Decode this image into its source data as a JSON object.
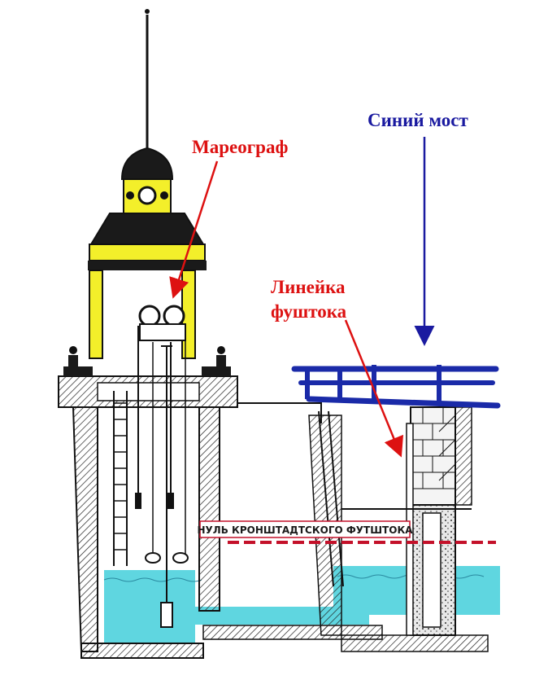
{
  "labels": {
    "mareograph": "Мареограф",
    "blue_bridge": "Синий мост",
    "footstock_ruler_line1": "Линейка",
    "footstock_ruler_line2": "фуштока",
    "kronstadt_zero": "НУЛЬ КРОНШТАДТСКОГО ФУТШТОКА"
  },
  "colors": {
    "label_red": "#dd1111",
    "label_blue": "#1a1aa0",
    "bridge_blue": "#1a2aa8",
    "water": "#5fd6e0",
    "tower_yellow": "#f3ef2a",
    "ink": "#1a1a1a",
    "zero_line": "#c4112a"
  }
}
